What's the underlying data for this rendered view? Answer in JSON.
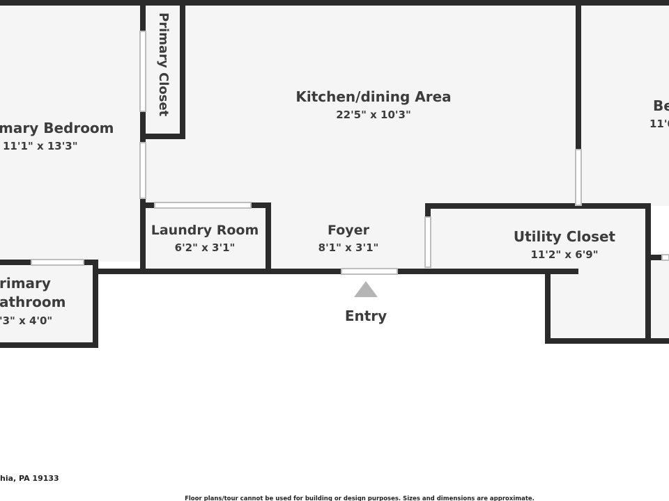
{
  "plan": {
    "rooms": {
      "kitchen": {
        "name": "Kitchen/dining Area",
        "dims": "22'5\" x 10'3\""
      },
      "primary_bedroom": {
        "name": "mary Bedroom",
        "dims": "11'1\" x 13'3\""
      },
      "primary_closet": {
        "name": "Primary Closet"
      },
      "laundry": {
        "name": "Laundry Room",
        "dims": "6'2\" x 3'1\""
      },
      "foyer": {
        "name": "Foyer",
        "dims": "8'1\" x 3'1\""
      },
      "utility": {
        "name": "Utility Closet",
        "dims": "11'2\" x 6'9\""
      },
      "bedroom_right": {
        "name": "Be",
        "dims": "11'0"
      },
      "primary_bathroom": {
        "name_line1": "rimary",
        "name_line2": "athroom",
        "dims": "'3\" x 4'0\""
      }
    },
    "entry_label": "Entry"
  },
  "footer": {
    "address": "hia, PA 19133",
    "disclaimer": "Floor plans/tour cannot be used for building or design purposes. Sizes and dimensions are approximate."
  }
}
